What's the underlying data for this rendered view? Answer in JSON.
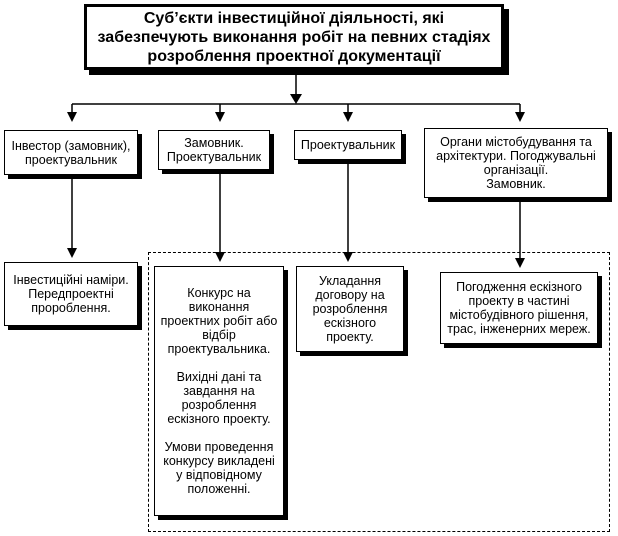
{
  "title": "Суб’єкти інвестиційної діяльності, які забезпечують виконання робіт на певних стадіях розроблення проектної документації",
  "top_boxes": [
    "Інвестор (замовник), проектувальник",
    "Замовник.\nПроектувальник",
    "Проектувальник",
    "Органи містобудування та архітектури. Погоджувальні організації.\nЗамовник."
  ],
  "bottom_boxes": [
    "Інвестиційні наміри.\nПередпроектні пророблення.",
    "Конкурс на виконання проектних робіт або відбір проектувальника.\n\nВихідні дані та завдання на розроблення ескізного проекту.\n\nУмови проведення конкурсу викладені у відповідному положенні.",
    "Укладання договору на розроблення ескізного проекту.",
    "Погодження ескізного проекту в частині містобудівного рішення, трас, інженерних мереж."
  ]
}
